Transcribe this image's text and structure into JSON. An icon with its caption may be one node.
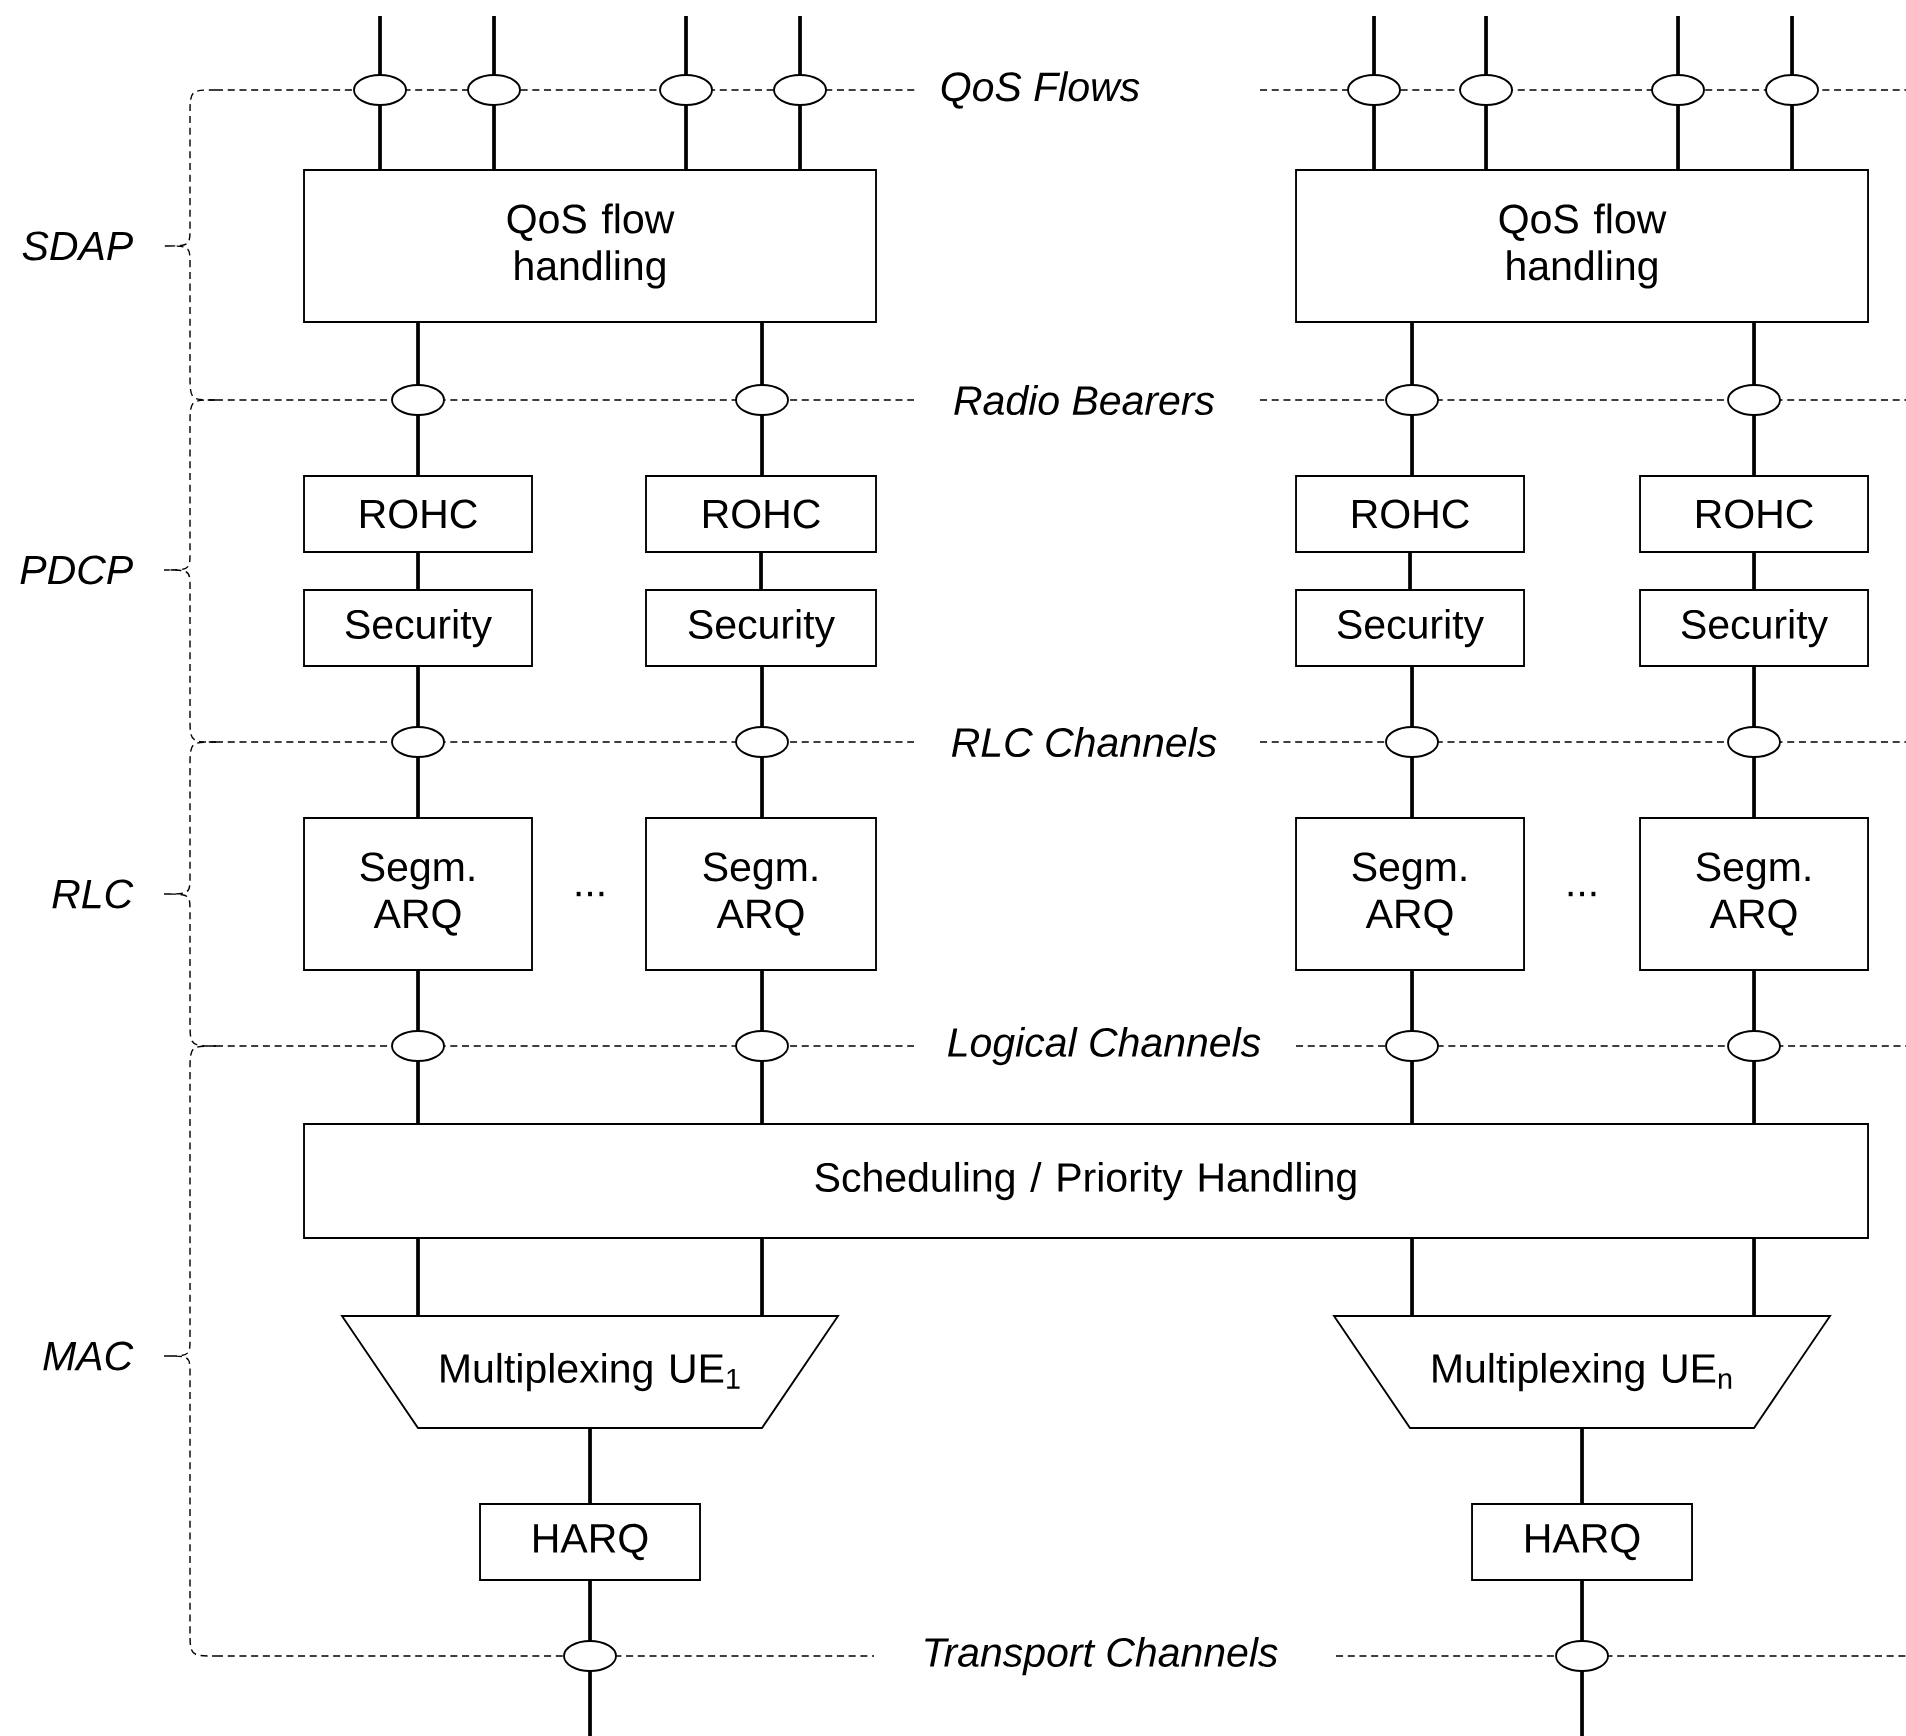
{
  "diagram": {
    "nodes": [
      {
        "text": [],
        "shape": "ellipse"
      },
      {
        "text": [],
        "shape": "ellipse"
      },
      {
        "text": [],
        "shape": "ellipse"
      },
      {
        "text": [],
        "shape": "ellipse"
      },
      {
        "text": [],
        "shape": "ellipse"
      },
      {
        "text": [],
        "shape": "ellipse"
      },
      {
        "text": [],
        "shape": "ellipse"
      },
      {
        "text": [],
        "shape": "ellipse"
      },
      {
        "text": [
          "QoS flow handling"
        ]
      },
      {
        "text": [
          "QoS flow handling"
        ]
      },
      {
        "text": [],
        "shape": "ellipse"
      },
      {
        "text": [],
        "shape": "ellipse"
      },
      {
        "text": [],
        "shape": "ellipse"
      },
      {
        "text": [],
        "shape": "ellipse"
      },
      {
        "text": [
          "ROHC"
        ]
      },
      {
        "text": [
          "ROHC"
        ]
      },
      {
        "text": [
          "ROHC"
        ]
      },
      {
        "text": [
          "ROHC"
        ]
      },
      {
        "text": [
          "Security"
        ]
      },
      {
        "text": [
          "Security"
        ]
      },
      {
        "text": [
          "Security"
        ]
      },
      {
        "text": [
          "Security"
        ]
      },
      {
        "text": [],
        "shape": "ellipse"
      },
      {
        "text": [],
        "shape": "ellipse"
      },
      {
        "text": [],
        "shape": "ellipse"
      },
      {
        "text": [],
        "shape": "ellipse"
      },
      {
        "text": [
          "Segm. ARQ"
        ]
      },
      {
        "text": [
          "Segm. ARQ"
        ]
      },
      {
        "text": [
          "Segm. ARQ"
        ]
      },
      {
        "text": [
          "Segm. ARQ"
        ]
      },
      {
        "text": [],
        "shape": "ellipse"
      },
      {
        "text": [],
        "shape": "ellipse"
      },
      {
        "text": [],
        "shape": "ellipse"
      },
      {
        "text": [],
        "shape": "ellipse"
      },
      {
        "text": [
          "Scheduling / Priority Handling"
        ]
      },
      {
        "text": [
          "Multiplexing UE$_{1}$"
        ]
      },
      {
        "text": [
          "Multiplexing UE$_{n}$"
        ]
      },
      {
        "text": [
          "HARQ"
        ]
      },
      {
        "text": [
          "HARQ"
        ]
      },
      {
        "text": [],
        "shape": "ellipse"
      },
      {
        "text": [],
        "shape": "ellipse"
      }
    ],
    "edges": [
      {
        "from": null,
        "to": 0,
        "arrow": "none"
      },
      {
        "from": null,
        "to": 1,
        "arrow": "none"
      },
      {
        "from": null,
        "to": 2,
        "arrow": "none"
      },
      {
        "from": null,
        "to": 3,
        "arrow": "none"
      },
      {
        "from": null,
        "to": 4,
        "arrow": "none"
      },
      {
        "from": null,
        "to": 5,
        "arrow": "none"
      },
      {
        "from": null,
        "to": 6,
        "arrow": "none"
      },
      {
        "from": null,
        "to": 7,
        "arrow": "none"
      },
      {
        "from": 0,
        "to": 8,
        "arrow": "none"
      },
      {
        "from": 1,
        "to": 8,
        "arrow": "none"
      },
      {
        "from": 2,
        "to": 8,
        "arrow": "none"
      },
      {
        "from": 3,
        "to": 8,
        "arrow": "none"
      },
      {
        "from": 4,
        "to": 9,
        "arrow": "none"
      },
      {
        "from": 5,
        "to": 9,
        "arrow": "none"
      },
      {
        "from": 6,
        "to": 9,
        "arrow": "none"
      },
      {
        "from": 7,
        "to": 9,
        "arrow": "none"
      },
      {
        "from": 8,
        "to": 10,
        "arrow": "none"
      },
      {
        "from": 8,
        "to": 11,
        "arrow": "none"
      },
      {
        "from": 9,
        "to": 12,
        "arrow": "none"
      },
      {
        "from": 9,
        "to": 13,
        "arrow": "none"
      },
      {
        "from": 10,
        "to": 14,
        "arrow": "none"
      },
      {
        "from": 11,
        "to": 15,
        "arrow": "none"
      },
      {
        "from": 12,
        "to": 16,
        "arrow": "none"
      },
      {
        "from": 13,
        "to": 17,
        "arrow": "none"
      },
      {
        "from": 14,
        "to": 18,
        "arrow": "none"
      },
      {
        "from": 15,
        "to": 19,
        "arrow": "none"
      },
      {
        "from": 16,
        "to": 20,
        "arrow": "none"
      },
      {
        "from": 17,
        "to": 21,
        "arrow": "none"
      },
      {
        "from": 18,
        "to": 22,
        "arrow": "none"
      },
      {
        "from": 19,
        "to": 23,
        "arrow": "none"
      },
      {
        "from": 20,
        "to": 24,
        "arrow": "none"
      },
      {
        "from": 21,
        "to": 25,
        "arrow": "none"
      },
      {
        "from": 22,
        "to": 26,
        "arrow": "none"
      },
      {
        "from": 23,
        "to": 27,
        "arrow": "none"
      },
      {
        "from": 24,
        "to": 28,
        "arrow": "none"
      },
      {
        "from": 25,
        "to": 29,
        "arrow": "none"
      },
      {
        "from": 26,
        "to": 30,
        "arrow": "none"
      },
      {
        "from": 27,
        "to": 31,
        "arrow": "none"
      },
      {
        "from": 28,
        "to": 32,
        "arrow": "none"
      },
      {
        "from": 29,
        "to": 33,
        "arrow": "none"
      },
      {
        "from": 30,
        "to": 34,
        "arrow": "none"
      },
      {
        "from": 31,
        "to": 34,
        "arrow": "none"
      },
      {
        "from": 32,
        "to": 34,
        "arrow": "none"
      },
      {
        "from": 33,
        "to": 34,
        "arrow": "none"
      },
      {
        "from": 34,
        "to": 35,
        "arrow": "none"
      },
      {
        "from": 34,
        "to": 35,
        "arrow": "none"
      },
      {
        "from": 34,
        "to": 36,
        "arrow": "none"
      },
      {
        "from": 34,
        "to": 36,
        "arrow": "none"
      },
      {
        "from": 35,
        "to": 37,
        "arrow": "none"
      },
      {
        "from": 36,
        "to": 38,
        "arrow": "none"
      },
      {
        "from": 37,
        "to": 39,
        "arrow": "none"
      },
      {
        "from": 38,
        "to": 40,
        "arrow": "none"
      },
      {
        "from": 39,
        "to": null,
        "arrow": "none"
      },
      {
        "from": 40,
        "to": null,
        "arrow": "none"
      }
    ],
    "labels": [
      "QoS Flows",
      "SDAP",
      "Radio Bearers",
      "PDCP",
      "RLC Channels",
      "RLC",
      "...",
      "...",
      "Logical Channels",
      "MAC",
      "Transport Channels"
    ]
  }
}
